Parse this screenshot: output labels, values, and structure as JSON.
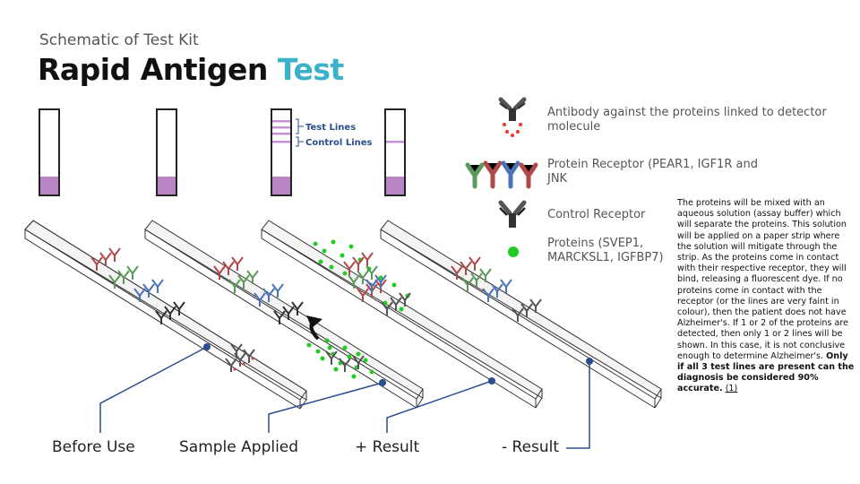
{
  "header": {
    "subtitle": "Schematic of Test Kit",
    "title_main": "Rapid Antigen ",
    "title_accent": "Test"
  },
  "cassette_labels": {
    "test_lines": "Test Lines",
    "control_lines": "Control Lines"
  },
  "legend": [
    {
      "icon": "antibody-detector-icon",
      "text": "Antibody against the proteins linked to detector molecule"
    },
    {
      "icon": "protein-receptor-icon",
      "text": "Protein Receptor (PEAR1, IGF1R and JNK"
    },
    {
      "icon": "control-receptor-icon",
      "text": "Control Receptor"
    },
    {
      "icon": "protein-dot-icon",
      "text": "Proteins (SVEP1, MARCKSL1, IGFBP7)"
    }
  ],
  "description": {
    "body": "The proteins will be mixed with an aqueous solution (assay buffer) which will separate the proteins. This solution will be applied on a paper strip where the solution will mitigate through the strip. As the proteins come in contact with their respective receptor, they will bind, releasing a fluorescent dye. If no proteins come in contact with the receptor (or the lines are very faint in colour), then the patient does not have Alzheimer's. If 1 or 2 of the proteins are detected, then only 1 or 2 lines will be shown. In this case, it is not conclusive enough to determine Alzheimer's. ",
    "bold": "Only if all 3 test lines are present can the diagnosis be considered 90% accurate.",
    "ref": "(1)"
  },
  "captions": {
    "before_use": "Before Use",
    "sample_applied": "Sample Applied",
    "positive_result": "+ Result",
    "negative_result": "- Result"
  },
  "colors": {
    "accent": "#3ab3c8",
    "sample_pad": "#b884c6",
    "test_line": "#c890d6",
    "label_blue": "#2a4d8f",
    "protein_green": "#22cc22",
    "receptor_red": "#b04a4a",
    "receptor_green": "#5a9a5a",
    "receptor_blue": "#4a74b8",
    "control_dark": "#333333"
  }
}
